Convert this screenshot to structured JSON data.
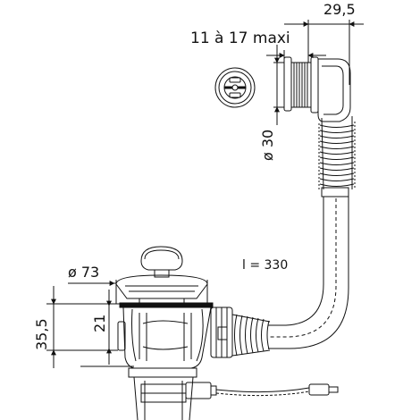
{
  "labels": {
    "width_top": "29,5",
    "thickness_range": "11 à 17 maxi",
    "overflow_diameter": "ø 30",
    "hose_length": "l = 330",
    "strainer_diameter": "ø 73",
    "height_total": "35,5",
    "height_inner": "21"
  }
}
